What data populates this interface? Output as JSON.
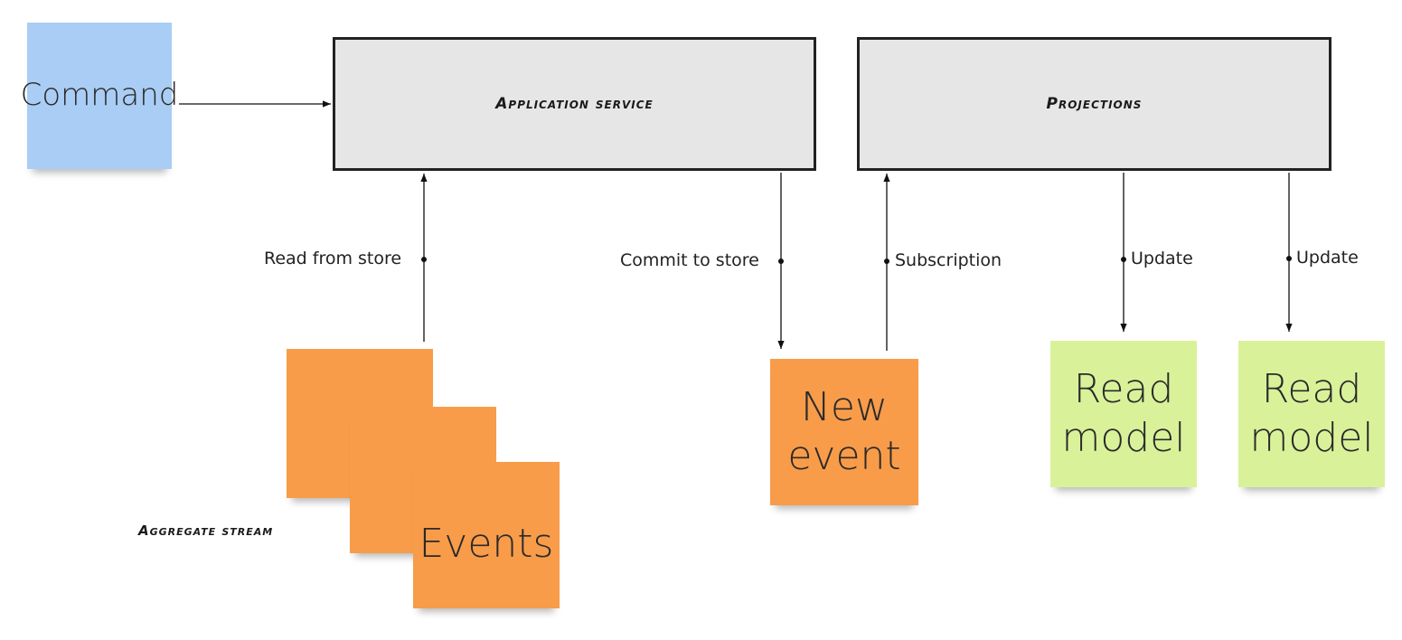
{
  "notes": {
    "command": "Command",
    "events": "Events",
    "new_event": "New event",
    "read_model_1": "Read model",
    "read_model_2": "Read model"
  },
  "boxes": {
    "application_service": "Application service",
    "projections": "Projections"
  },
  "connectors": {
    "read_from_store": "Read from store",
    "commit_to_store": "Commit to store",
    "subscription": "Subscription",
    "update_1": "Update",
    "update_2": "Update"
  },
  "captions": {
    "aggregate_stream": "Aggregate stream"
  },
  "colors": {
    "command_note": "#a9cdf4",
    "event_note": "#f89c4a",
    "read_model_note": "#d9f29a",
    "box_fill": "#e6e6e6"
  }
}
